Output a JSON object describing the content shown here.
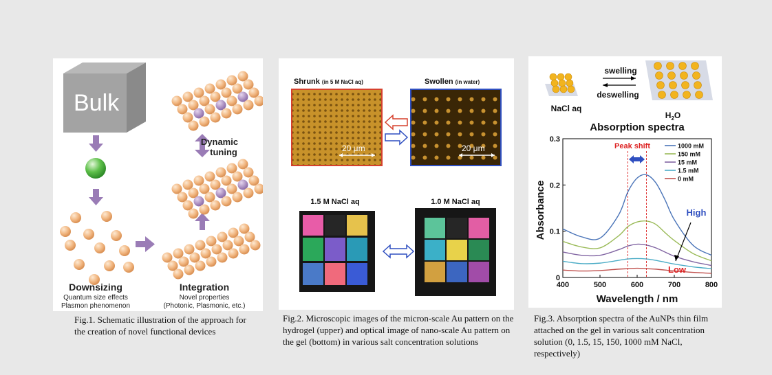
{
  "fig1": {
    "bulk_label": "Bulk",
    "dynamic_tuning": "Dynamic\ntuning",
    "downsizing_title": "Downsizing",
    "downsizing_line1": "Quantum size effects",
    "downsizing_line2": "Plasmon phenomenon",
    "integration_title": "Integration",
    "integration_line1": "Novel properties",
    "integration_line2": "(Photonic, Plasmonic, etc.)",
    "caption": "Fig.1.  Schematic illustration of the approach for the creation of novel functional devices"
  },
  "fig2": {
    "shrunk_main": "Shrunk",
    "shrunk_sub": "(in 5 M NaCl aq)",
    "swollen_main": "Swollen",
    "swollen_sub": "(in water)",
    "scale_left": "20 μm",
    "scale_right": "20 μm",
    "label_15": "1.5 M NaCl aq",
    "label_10": "1.0 M NaCl aq",
    "caption": "Fig.2.  Microscopic images of the micron-scale Au pattern on the hydrogel (upper) and optical image of nano-scale Au pattern on the gel (bottom) in various salt concentration solutions"
  },
  "fig3": {
    "swelling": "swelling",
    "deswelling": "deswelling",
    "nacl_aq": "NaCl aq",
    "h2o": "H",
    "h2o_sub": "2",
    "h2o_end": "O",
    "peak_shift": "Peak shift",
    "high": "High",
    "low": "Low",
    "caption": "Fig.3. Absorption spectra of the AuNPs thin film attached on the gel in various salt concentration solution (0, 1.5, 15, 150, 1000 mM NaCl, respectively)"
  },
  "chart_data": {
    "type": "line",
    "title": "Absorption spectra",
    "xlabel": "Wavelength / nm",
    "ylabel": "Absorbance",
    "xlim": [
      400,
      800
    ],
    "ylim": [
      0,
      0.3
    ],
    "xticks": [
      400,
      500,
      600,
      700,
      800
    ],
    "yticks": [
      0,
      0.1,
      0.2,
      0.3
    ],
    "xtick_labels": [
      "400",
      "500",
      "600",
      "700",
      "800"
    ],
    "ytick_labels": [
      "0",
      "0.1",
      "0.2",
      "0.3"
    ],
    "legend_position": "top-right",
    "annotations": [
      "Peak shift",
      "High",
      "Low"
    ],
    "series": [
      {
        "name": "1000 mM",
        "color": "#4a74b8",
        "x": [
          400,
          450,
          500,
          550,
          575,
          600,
          625,
          650,
          675,
          700,
          750,
          800
        ],
        "y": [
          0.105,
          0.088,
          0.085,
          0.135,
          0.185,
          0.215,
          0.222,
          0.205,
          0.168,
          0.125,
          0.07,
          0.048
        ]
      },
      {
        "name": "150 mM",
        "color": "#9bbb59",
        "x": [
          400,
          450,
          500,
          550,
          575,
          600,
          625,
          650,
          675,
          700,
          750,
          800
        ],
        "y": [
          0.078,
          0.066,
          0.064,
          0.09,
          0.11,
          0.12,
          0.122,
          0.115,
          0.097,
          0.08,
          0.052,
          0.036
        ]
      },
      {
        "name": "15 mM",
        "color": "#8064a2",
        "x": [
          400,
          450,
          500,
          550,
          575,
          600,
          625,
          650,
          675,
          700,
          750,
          800
        ],
        "y": [
          0.055,
          0.048,
          0.048,
          0.06,
          0.068,
          0.072,
          0.07,
          0.064,
          0.055,
          0.046,
          0.034,
          0.026
        ]
      },
      {
        "name": "1.5 mM",
        "color": "#4bacc6",
        "x": [
          400,
          450,
          500,
          550,
          575,
          600,
          625,
          650,
          675,
          700,
          750,
          800
        ],
        "y": [
          0.035,
          0.03,
          0.031,
          0.037,
          0.04,
          0.041,
          0.04,
          0.037,
          0.033,
          0.029,
          0.023,
          0.019
        ]
      },
      {
        "name": "0 mM",
        "color": "#c0504d",
        "x": [
          400,
          450,
          500,
          550,
          575,
          600,
          625,
          650,
          675,
          700,
          750,
          800
        ],
        "y": [
          0.016,
          0.014,
          0.015,
          0.018,
          0.019,
          0.02,
          0.019,
          0.018,
          0.016,
          0.014,
          0.011,
          0.009
        ]
      }
    ],
    "peak_lines": [
      575,
      625
    ]
  }
}
